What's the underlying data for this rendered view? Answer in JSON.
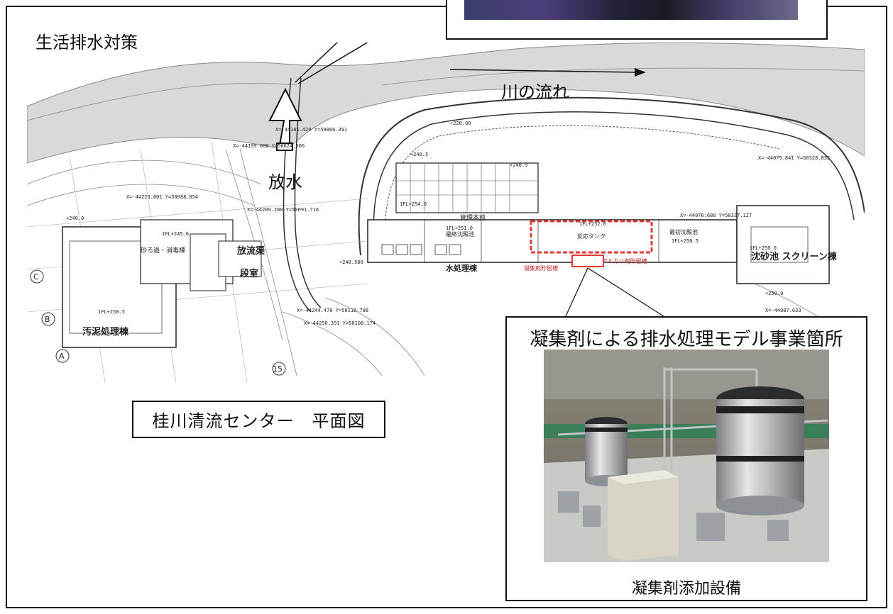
{
  "section_title": "生活排水対策",
  "plan": {
    "flow_label": "川の流れ",
    "discharge_label": "放水",
    "caption": "桂川清流センター　平面図",
    "building_labels": {
      "water_treatment": "水処理棟",
      "sludge_treatment": "汚泥処理棟",
      "grit_screen": "沈砂池 スクリーン棟",
      "discharge_channel": "放流渠",
      "step_room": "段室",
      "reaction_tank": "反応タンク",
      "final_settling": "最終沈殿池",
      "first_settling": "最初沈殿池",
      "admin": "管理本館",
      "coagulant_storage": "凝集剤貯留槽",
      "alkali_storage": "アルカリ剤貯留槽",
      "sand_drying": "砂ろ過・消毒棟"
    },
    "small_labels": [
      "X=-44199.000 Y=50024.600",
      "X=-44181.429 Y=50066.391",
      "X=-44209.280 Y=50091.716",
      "X=-44223.801 Y=50088.854",
      "X=-44244.470 Y=50116.788",
      "X=-44250.391 Y=50108.174",
      "X=-44079.841 Y=50328.833",
      "X=-44076.688 Y=50327.127",
      "X=-44087.633",
      "+240.0",
      "+240.5",
      "+240.9",
      "+240.580",
      "+250.0",
      "+220.00",
      "1FL+254.0",
      "1FL+251.0",
      "1FL+252.6",
      "1FL+250.5",
      "1FL+250.0",
      "1FL+245.6",
      "1FL+250.5"
    ],
    "grid_marks": [
      "C",
      "B",
      "A",
      "15"
    ]
  },
  "model_site": {
    "title": "凝集剤による排水処理モデル事業箇所",
    "equipment_caption": "凝集剤添加設備"
  }
}
